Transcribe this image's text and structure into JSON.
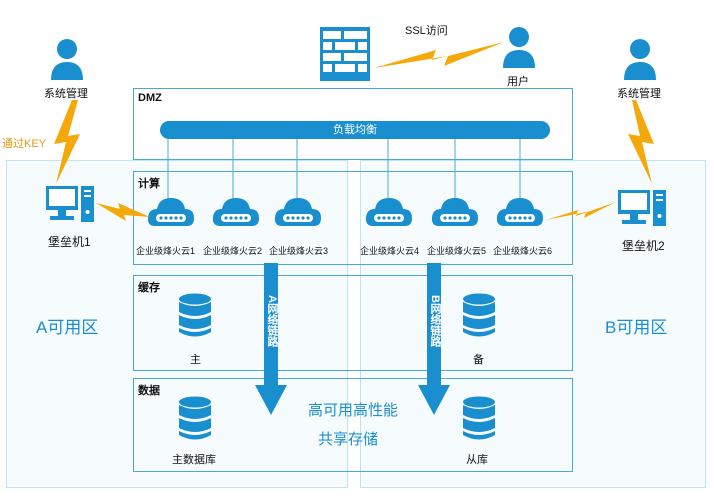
{
  "dmz": {
    "title": "DMZ",
    "load_balancer": "负载均衡"
  },
  "compute": {
    "title": "计算",
    "clouds": [
      "企业级烽火云1",
      "企业级烽火云2",
      "企业级烽火云3",
      "企业级烽火云4",
      "企业级烽火云5",
      "企业级烽火云6"
    ]
  },
  "cache": {
    "title": "缓存",
    "primary": "主",
    "backup": "备"
  },
  "data": {
    "title": "数据",
    "primary_db": "主数据库",
    "replica_db": "从库",
    "center_line1": "高可用高性能",
    "center_line2": "共享存储"
  },
  "zones": {
    "a": "A可用区",
    "b": "B可用区"
  },
  "links": {
    "a": "A网络链路",
    "b": "B网络链路"
  },
  "people": {
    "admin_left": "系统管理",
    "admin_right": "系统管理",
    "user": "用户"
  },
  "bastions": {
    "left": "堡垒机1",
    "right": "堡垒机2"
  },
  "access": {
    "ssl": "SSL访问",
    "key": "通过KEY"
  },
  "colors": {
    "accent": "#1a8fd0",
    "border": "#4aa8d8",
    "lightning": "#f5a80a"
  },
  "icons": {
    "person": "person-icon",
    "firewall": "firewall-icon",
    "computer": "computer-icon",
    "cloud": "cloud-server-icon",
    "database": "database-icon",
    "lightning": "lightning-icon",
    "arrow": "arrow-down-icon"
  }
}
